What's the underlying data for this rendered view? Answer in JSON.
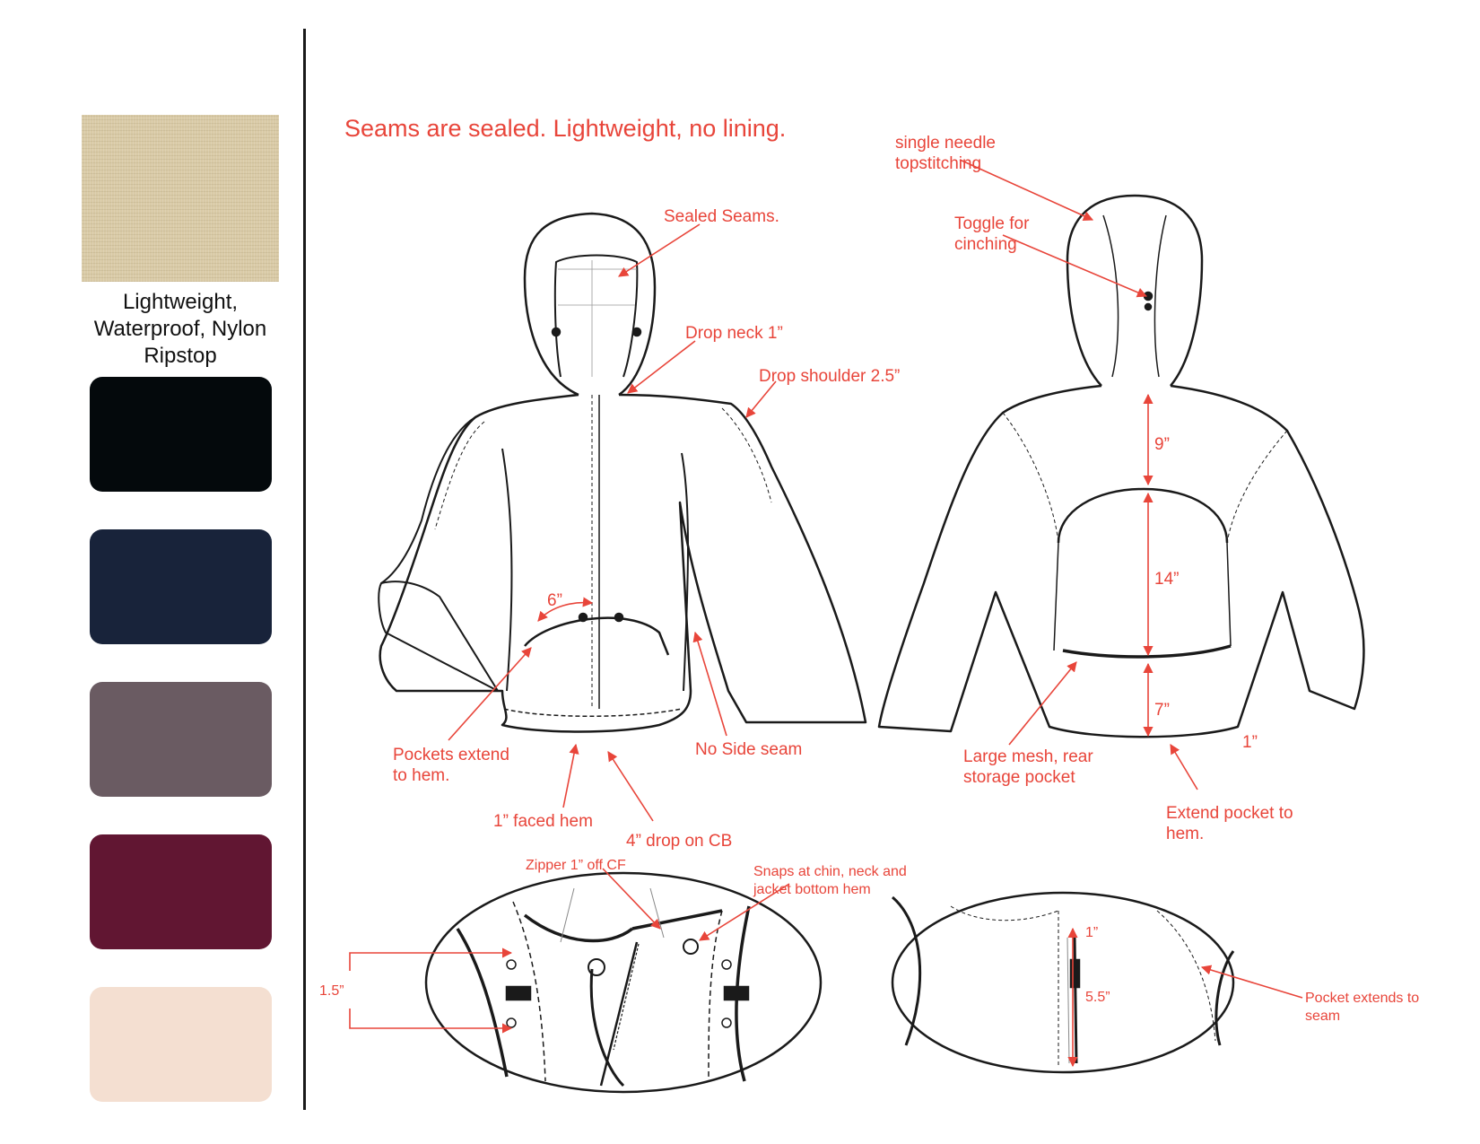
{
  "fabric": {
    "label_lines": [
      "Lightweight,",
      "Waterproof, Nylon",
      "Ripstop"
    ]
  },
  "swatches": [
    {
      "color": "#04090c"
    },
    {
      "color": "#18233a"
    },
    {
      "color": "#6a5b62"
    },
    {
      "color": "#611632"
    },
    {
      "color": "#f4dfd1"
    }
  ],
  "title": "Seams are sealed. Lightweight, no lining.",
  "front_callouts": {
    "sealed_seams": "Sealed Seams.",
    "drop_neck": "Drop neck 1”",
    "drop_shoulder": "Drop shoulder 2.5”",
    "pocket_width": "6”",
    "pockets_extend": [
      "Pockets extend",
      "to hem."
    ],
    "no_side_seam": "No Side seam",
    "faced_hem": "1” faced hem",
    "drop_cb": "4” drop on CB"
  },
  "back_callouts": {
    "single_needle": [
      "single needle",
      "topstitching"
    ],
    "toggle": [
      "Toggle for",
      "cinching"
    ],
    "dim_9": "9”",
    "dim_14": "14”",
    "dim_7": "7”",
    "dim_1": "1”",
    "large_mesh": [
      "Large mesh, rear",
      "storage pocket"
    ],
    "extend_pocket": [
      "Extend pocket to",
      "hem."
    ]
  },
  "detail_callouts": {
    "zipper": "Zipper 1” off CF",
    "snaps": [
      "Snaps at chin, neck and",
      "jacket bottom hem"
    ],
    "dim_1_5": "1.5”",
    "dim_1": "1”",
    "dim_5_5": "5.5”",
    "pocket_seam": [
      "Pocket extends to",
      "seam"
    ]
  },
  "colors": {
    "annotation": "#e8453a",
    "outline": "#1a1a1a"
  }
}
